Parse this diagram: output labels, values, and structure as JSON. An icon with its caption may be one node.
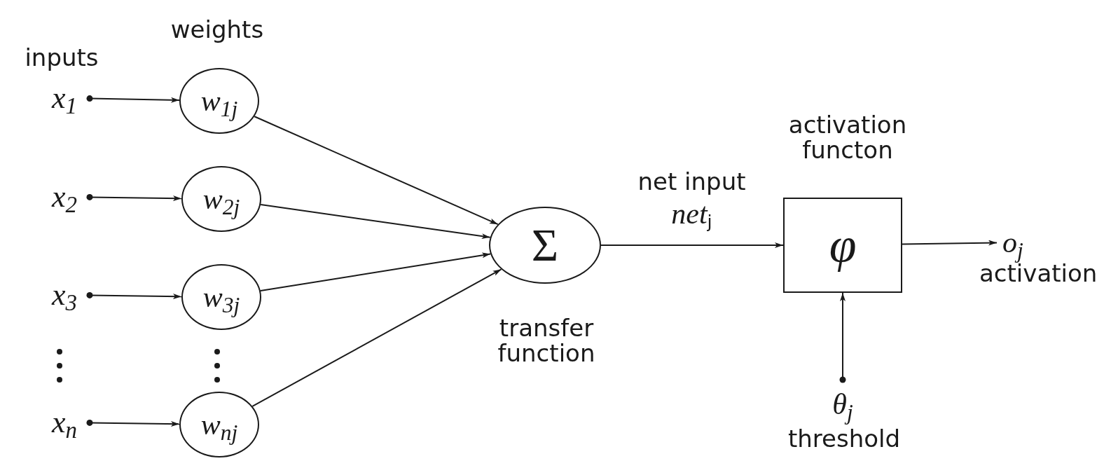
{
  "diagram": {
    "nodes": [
      {
        "text": [
          "x$_{1}$"
        ]
      },
      {
        "text": [
          "x$_{2}$"
        ]
      },
      {
        "text": [
          "x$_{3}$"
        ]
      },
      {
        "text": [
          "x$_{n}$"
        ]
      },
      {
        "text": [
          "w$_{1j}$"
        ]
      },
      {
        "text": [
          "w$_{2j}$"
        ]
      },
      {
        "text": [
          "w$_{3j}$"
        ]
      },
      {
        "text": [
          "w$_{nj}$"
        ]
      },
      {
        "text": [
          "Σ"
        ],
        "beside": [
          "transfer function"
        ]
      },
      {
        "text": [
          "φ"
        ],
        "beside": [
          "activation functon"
        ]
      },
      {
        "text": [
          "o$_{j}$"
        ],
        "beside": [
          "activation"
        ]
      },
      {
        "text": [
          "θ$_{j}$"
        ],
        "beside": [
          "threshold"
        ]
      }
    ],
    "edges": [
      {
        "from": 0,
        "to": 4,
        "arrow": "to"
      },
      {
        "from": 1,
        "to": 5,
        "arrow": "to"
      },
      {
        "from": 2,
        "to": 6,
        "arrow": "to"
      },
      {
        "from": 3,
        "to": 7,
        "arrow": "to"
      },
      {
        "from": 4,
        "to": 8,
        "arrow": "to"
      },
      {
        "from": 5,
        "to": 8,
        "arrow": "to"
      },
      {
        "from": 6,
        "to": 8,
        "arrow": "to"
      },
      {
        "from": 7,
        "to": 8,
        "arrow": "to"
      },
      {
        "from": 8,
        "to": 9,
        "arrow": "to",
        "label": "net input *net*$_{j}$"
      },
      {
        "from": 9,
        "to": 10,
        "arrow": "to"
      },
      {
        "from": 11,
        "to": 9,
        "arrow": "to"
      }
    ],
    "labels": [
      "inputs",
      "weights"
    ]
  }
}
